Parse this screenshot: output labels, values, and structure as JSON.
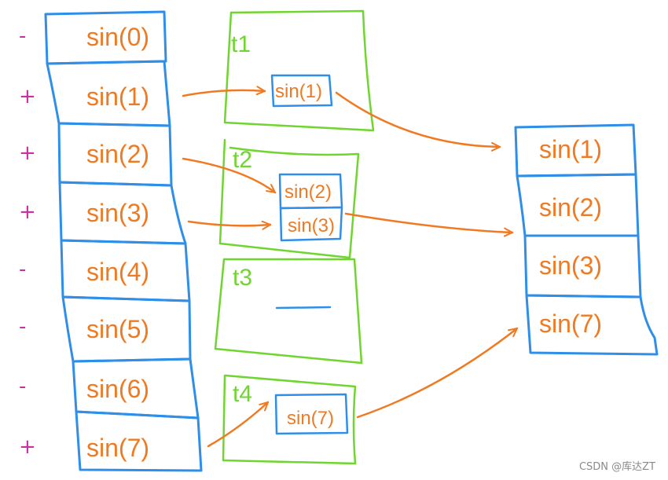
{
  "left_list": {
    "rows": [
      {
        "sign": "-",
        "text": "sin(0)"
      },
      {
        "sign": "+",
        "text": "sin(1)"
      },
      {
        "sign": "+",
        "text": "sin(2)"
      },
      {
        "sign": "+",
        "text": "sin(3)"
      },
      {
        "sign": "-",
        "text": "sin(4)"
      },
      {
        "sign": "-",
        "text": "sin(5)"
      },
      {
        "sign": "-",
        "text": "sin(6)"
      },
      {
        "sign": "+",
        "text": "sin(7)"
      }
    ]
  },
  "tasks": [
    {
      "label": "t1",
      "items": [
        "sin(1)"
      ]
    },
    {
      "label": "t2",
      "items": [
        "sin(2)",
        "sin(3)"
      ]
    },
    {
      "label": "t3",
      "items": []
    },
    {
      "label": "t4",
      "items": [
        "sin(7)"
      ]
    }
  ],
  "result_list": {
    "rows": [
      "sin(1)",
      "sin(2)",
      "sin(3)",
      "sin(7)"
    ]
  },
  "watermark": "CSDN @库达ZT",
  "colors": {
    "list_border": "#2f8fe8",
    "task_border": "#6fd62f",
    "arrow": "#f07a22",
    "text": "#f07a22",
    "sign": "#cc2fa0"
  }
}
